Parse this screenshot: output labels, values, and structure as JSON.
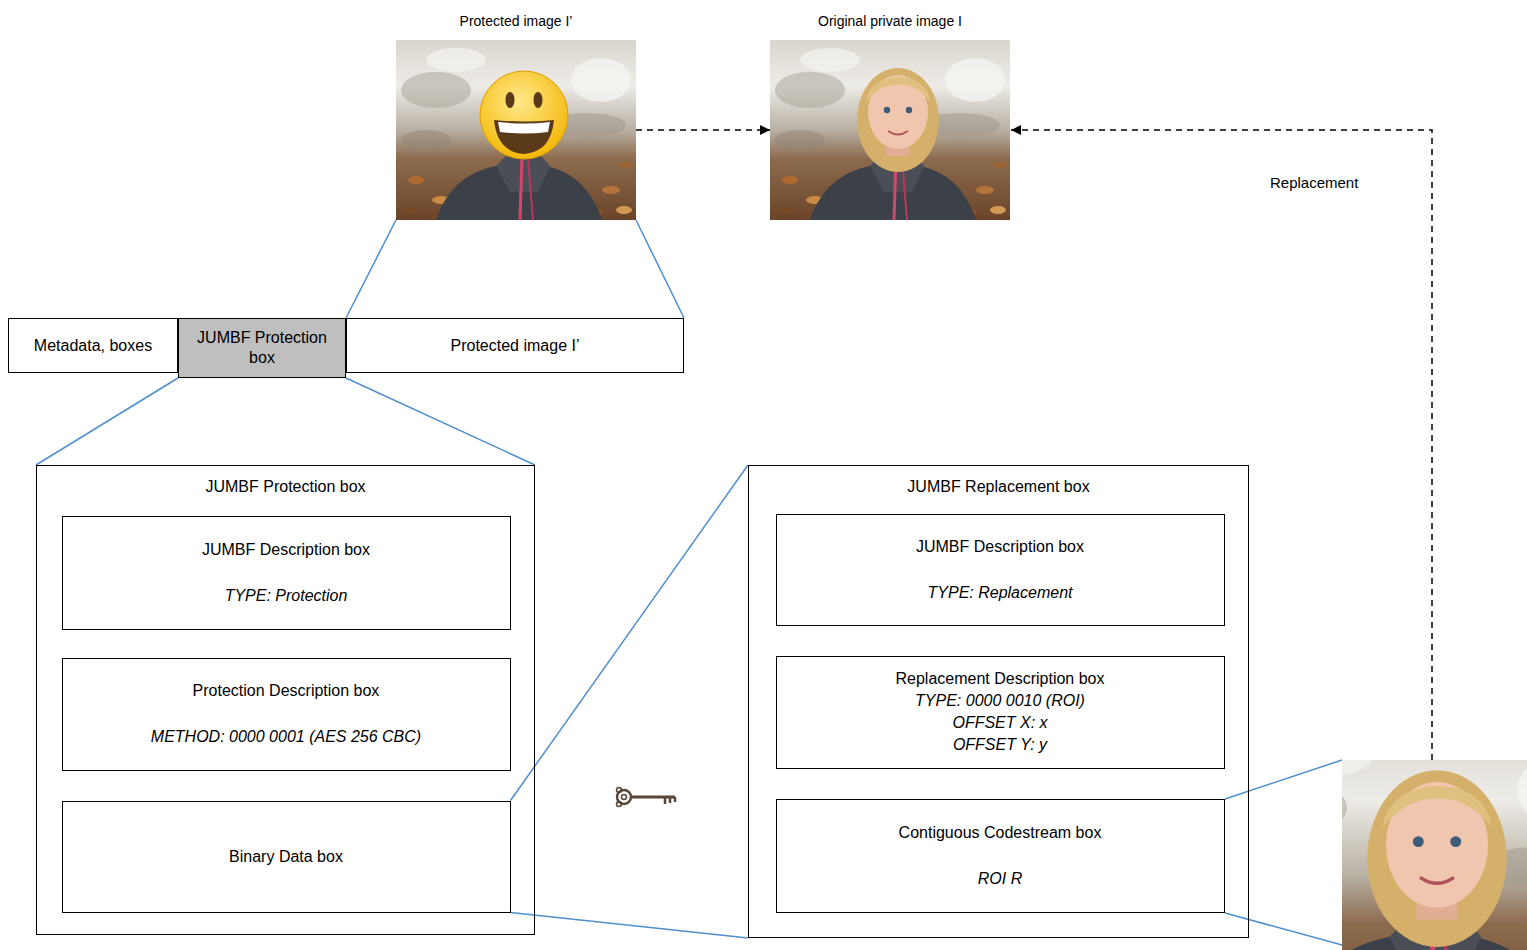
{
  "diagram": {
    "nodes": [
      {
        "text": [
          "Protected image I’"
        ]
      },
      {
        "text": [
          "Original private image I"
        ]
      },
      {
        "text": [
          "Metadata, boxes"
        ]
      },
      {
        "text": [
          "JUMBF Protection box"
        ]
      },
      {
        "text": [
          "Protected image I’"
        ]
      },
      {
        "text": [
          "JUMBF Protection box"
        ]
      },
      {
        "text": [
          "JUMBF Description box",
          "TYPE: Protection"
        ],
        "in": 5
      },
      {
        "text": [
          "Protection Description box",
          "METHOD: 0000 0001 (AES 256 CBC)"
        ],
        "in": 5
      },
      {
        "text": [
          "Binary Data box"
        ],
        "in": 5
      },
      {
        "text": [
          "JUMBF Replacement box"
        ]
      },
      {
        "text": [
          "JUMBF Description box",
          "TYPE: Replacement"
        ],
        "in": 9
      },
      {
        "text": [
          "Replacement Description box",
          "TYPE: 0000 0010 (ROI)",
          "OFFSET X: x",
          "OFFSET Y: y"
        ],
        "in": 9
      },
      {
        "text": [
          "Contiguous Codestream box",
          "ROI R"
        ],
        "in": 9
      }
    ],
    "edges": [
      {
        "from": 0,
        "to": 1,
        "arrow": "to"
      },
      {
        "from": 0,
        "to": 4,
        "arrow": "none"
      },
      {
        "from": 0,
        "to": 4,
        "arrow": "none"
      },
      {
        "from": 3,
        "to": 5,
        "arrow": "none"
      },
      {
        "from": 3,
        "to": 5,
        "arrow": "none"
      },
      {
        "from": 8,
        "to": 9,
        "arrow": "none"
      },
      {
        "from": 8,
        "to": 9,
        "arrow": "none"
      }
    ],
    "labels": [
      "Replacement"
    ]
  }
}
